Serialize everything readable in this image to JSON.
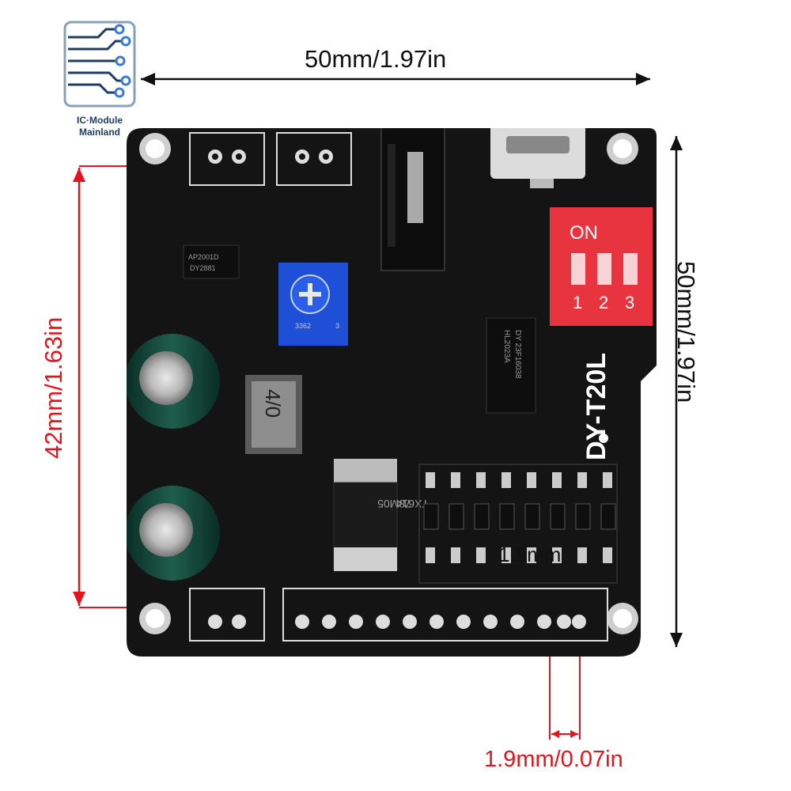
{
  "logo": {
    "line1": "IC·Module",
    "line2": "Mainland",
    "icon": "circuit-board-icon"
  },
  "dimensions": {
    "top_width": "50mm/1.97in",
    "right_height": "50mm/1.97in",
    "left_hole_spacing": "42mm/1.63in",
    "pin_pitch": "1.9mm/0.07in",
    "pin_pitch_overlay": "1.9mm"
  },
  "board": {
    "model": "DY-T20L",
    "switch_label": "ON",
    "switch_numbers": [
      "1",
      "2",
      "3"
    ],
    "inductor_marking": "4/0",
    "regulator_line1": "78M05",
    "regulator_line2": "TX614",
    "amp_chip_line1": "AP2001D",
    "amp_chip_line2": "DY2881",
    "decoder_line1": "HL2023A",
    "decoder_line2": "DY 23F16038",
    "pot_marking": "3362",
    "pot_code": "3"
  },
  "colors": {
    "pcb": "#161616",
    "arrow_black": "#111111",
    "arrow_red": "#e5141c",
    "dip_switch": "#e8343e",
    "potentiometer": "#1e4fd6",
    "logo_blue": "#1f3d63"
  }
}
